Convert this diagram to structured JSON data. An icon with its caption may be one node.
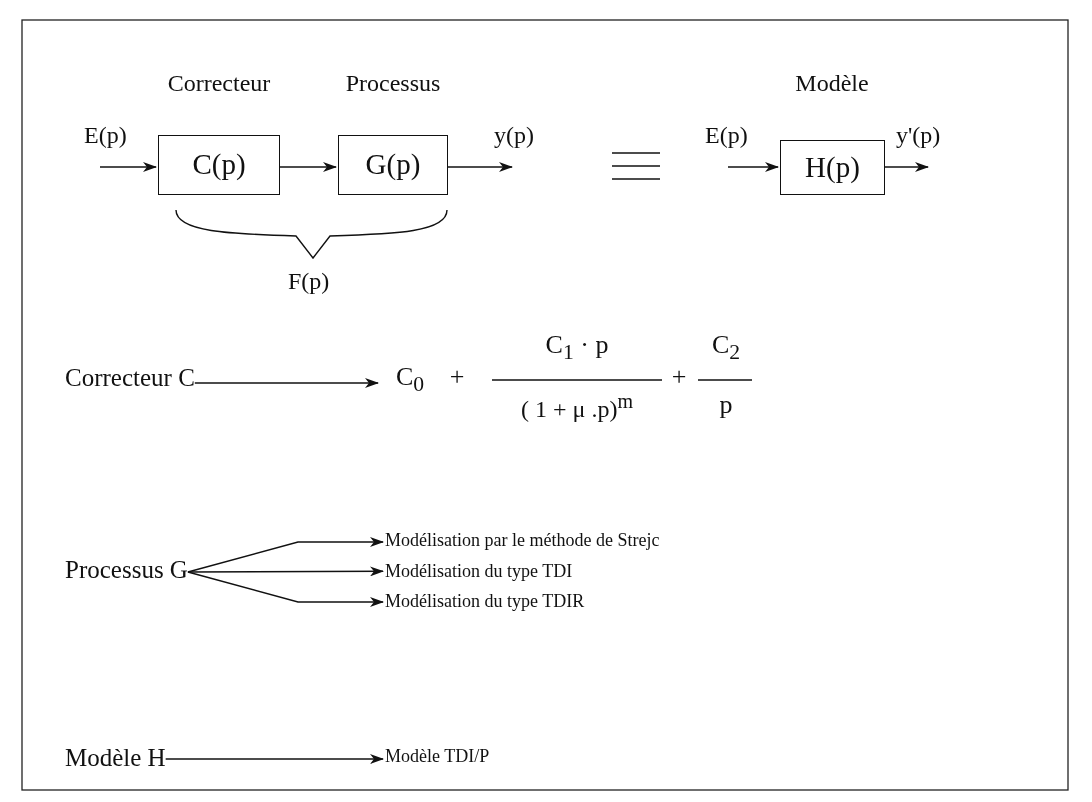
{
  "diagram": {
    "nodes": [
      {
        "text": [
          "C(p)"
        ],
        "beside": [
          "Correcteur"
        ]
      },
      {
        "text": [
          "G(p)"
        ],
        "beside": [
          "Processus"
        ]
      },
      {
        "text": [
          "H(p)"
        ],
        "beside": [
          "Modèle"
        ]
      },
      {
        "text": [
          "Correcteur C"
        ]
      },
      {
        "text": [
          "C$_{0}$",
          "+",
          "C$_{1}$ · p",
          "( 1 + μ .p)$^{m}$",
          "+",
          "C$_{2}$",
          "p"
        ]
      },
      {
        "text": [
          "Processus G"
        ]
      },
      {
        "text": [
          "Modélisation par le méthode de Strejc"
        ]
      },
      {
        "text": [
          "Modélisation du type TDI"
        ]
      },
      {
        "text": [
          "Modélisation du type TDIR"
        ]
      },
      {
        "text": [
          "Modèle H"
        ]
      },
      {
        "text": [
          "Modèle TDI/P"
        ]
      }
    ],
    "edges": [
      {
        "from": null,
        "to": 0,
        "arrow": "to",
        "label": "E(p)"
      },
      {
        "from": 0,
        "to": 1,
        "arrow": "to"
      },
      {
        "from": 1,
        "to": null,
        "arrow": "to",
        "label": "y(p)"
      },
      {
        "from": null,
        "to": 2,
        "arrow": "to",
        "label": "E(p)"
      },
      {
        "from": 2,
        "to": null,
        "arrow": "to",
        "label": "y'(p)"
      },
      {
        "from": 3,
        "to": 4,
        "arrow": "to"
      },
      {
        "from": 5,
        "to": 6,
        "arrow": "to"
      },
      {
        "from": 5,
        "to": 7,
        "arrow": "to"
      },
      {
        "from": 5,
        "to": 8,
        "arrow": "to"
      },
      {
        "from": 9,
        "to": 10,
        "arrow": "to"
      }
    ],
    "labels": [
      "F(p)"
    ]
  }
}
